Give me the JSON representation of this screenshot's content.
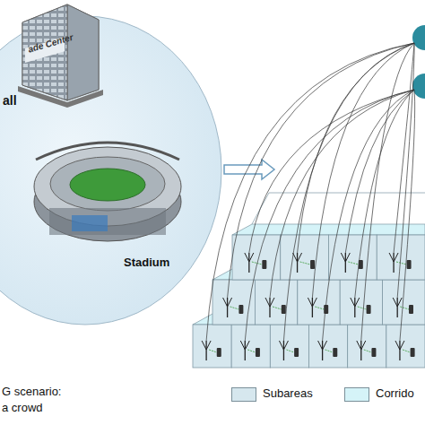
{
  "diagram": {
    "labels": [
      "ade Center",
      "all",
      "Stadium",
      "G scenario:",
      "a crowd"
    ],
    "legend": [
      {
        "text": "Subareas",
        "color": "#d6e7ee"
      },
      {
        "text": "Corrido",
        "color": "#d5f3f8"
      }
    ]
  }
}
